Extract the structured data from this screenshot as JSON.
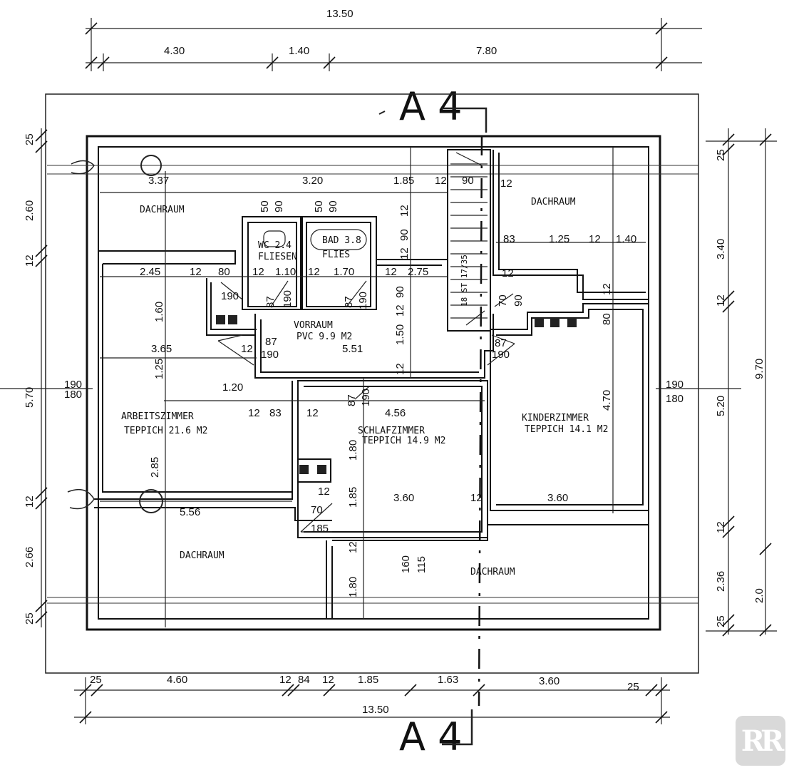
{
  "section_marker": "A 4",
  "rooms": {
    "dachraum_nw": "DACHRAUM",
    "dachraum_ne": "DACHRAUM",
    "dachraum_sw": "DACHRAUM",
    "dachraum_se": "DACHRAUM",
    "wc_line1": "WC 2.4",
    "wc_line2": "FLIESEN",
    "bad_line1": "BAD 3.8",
    "bad_line2": "FLIES",
    "vorraum_line1": "VORRAUM",
    "vorraum_line2": "PVC 9.9 M2",
    "arbeitszimmer_line1": "ARBEITSZIMMER",
    "arbeitszimmer_line2": "TEPPICH  21.6 M2",
    "schlafzimmer_line1": "SCHLAFZIMMER",
    "schlafzimmer_line2": "TEPPICH 14.9 M2",
    "kinderzimmer_line1": "KINDERZIMMER",
    "kinderzimmer_line2": "TEPPICH  14.1 M2",
    "stair_label": "18 ST 17/35"
  },
  "dims": {
    "top_total": "13.50",
    "top_a": "4.30",
    "top_b": "1.40",
    "top_c": "7.80",
    "bottom_a": "25",
    "bottom_b": "4.60",
    "bottom_c": "12",
    "bottom_d": "84",
    "bottom_e": "12",
    "bottom_f": "1.85",
    "bottom_g": "1.63",
    "bottom_h": "3.60",
    "bottom_i": "25",
    "bottom_total": "13.50",
    "left_a": "25",
    "left_b": "2.60",
    "left_c": "12",
    "left_d": "5.70",
    "left_e": "12",
    "left_f": "2.66",
    "left_g": "25",
    "right_a": "25",
    "right_b": "3.40",
    "right_c": "12",
    "right_d": "5.20",
    "right_e": "12",
    "right_f": "2.36",
    "right_g": "25",
    "right_total": "9.70",
    "right_h": "2.0",
    "left_190": "190",
    "left_180": "180",
    "right_190": "190",
    "right_180": "180",
    "i_337": "3.37",
    "i_320": "3.20",
    "i_185a": "1.85",
    "i_12a": "12",
    "i_90a": "90",
    "i_12b": "12",
    "i_50": "50",
    "i_90b": "90",
    "i_50b": "50",
    "i_90c": "90",
    "i_12c": "12",
    "i_90d": "90",
    "i_12d": "12",
    "i_83a": "83",
    "i_125": "1.25",
    "i_12e": "12",
    "i_140": "1.40",
    "i_245": "2.45",
    "i_12f": "12",
    "i_80": "80",
    "i_12g": "12",
    "i_110": "1.10",
    "i_12h": "12",
    "i_170": "1.70",
    "i_12i": "12",
    "i_275": "2.75",
    "i_12j": "12",
    "i_190a": "190",
    "i_87a": "87",
    "i_190b": "190",
    "i_87b": "87",
    "i_190c": "190",
    "i_160": "1.60",
    "i_90e": "90",
    "i_12k": "12",
    "i_70": "70",
    "i_90f": "90",
    "i_12l": "12",
    "i_80b": "80",
    "i_365": "3.65",
    "i_12m": "12",
    "i_190d": "190",
    "i_87c": "87",
    "i_551": "5.51",
    "i_150": "1.50",
    "i_87d": "87",
    "i_190e": "190",
    "i_125b": "1.25",
    "i_12n": "12",
    "i_120": "1.20",
    "i_12o": "12",
    "i_83b": "83",
    "i_12p": "12",
    "i_87e": "87",
    "i_190f": "190",
    "i_456": "4.56",
    "i_470": "4.70",
    "i_180b": "1.80",
    "i_285": "2.85",
    "i_12q": "12",
    "i_185b": "1.85",
    "i_360a": "3.60",
    "i_12r": "12",
    "i_360b": "3.60",
    "i_556": "5.56",
    "i_70b": "70",
    "i_185c": "185",
    "i_12s": "12",
    "i_160b": "160",
    "i_115": "115",
    "i_180c": "1.80"
  },
  "logo_text": "RR"
}
